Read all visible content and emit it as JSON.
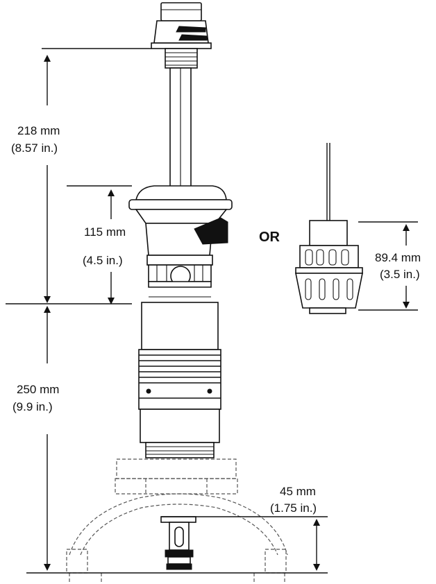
{
  "dimensions": [
    {
      "id": "dim-218",
      "value": "218 mm",
      "imperial": "(8.57 in.)"
    },
    {
      "id": "dim-115",
      "value": "115 mm",
      "imperial": "(4.5 in.)"
    },
    {
      "id": "dim-250",
      "value": "250 mm",
      "imperial": "(9.9 in.)"
    },
    {
      "id": "dim-89",
      "value": "89.4 mm",
      "imperial": "(3.5 in.)"
    },
    {
      "id": "dim-45",
      "value": "45 mm",
      "imperial": "(1.75 in.)"
    }
  ],
  "or_label": "OR",
  "colors": {
    "line": "#111111",
    "dashed": "#555555",
    "background": "#ffffff"
  }
}
